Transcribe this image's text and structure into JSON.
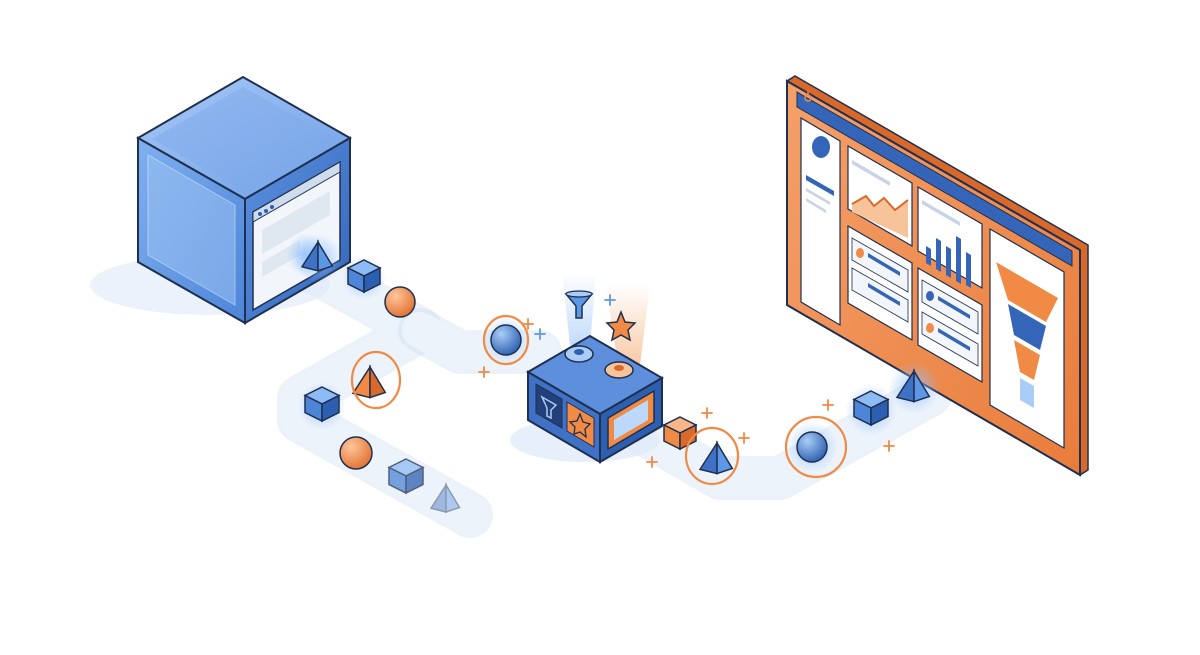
{
  "colors": {
    "background": "#ffffff",
    "blue_light": "#a9cdf6",
    "blue_mid": "#5d98e6",
    "blue_dark": "#2d5fb0",
    "outline": "#1f2f4f",
    "orange": "#f08a45",
    "orange_dark": "#d9692a",
    "orange_light": "#f7c39b",
    "path": "#e6eef9",
    "glow": "#bcd8fb",
    "panel_white": "#ffffff",
    "panel_gray": "#dfe7f1"
  },
  "scene": {
    "source_server": {
      "icon": "browser-window-icon"
    },
    "processor": {
      "top_icons": [
        "funnel-icon",
        "star-icon"
      ],
      "side_icons": [
        "funnel-icon",
        "star-icon"
      ]
    },
    "dashboard": {
      "logo_icon": "hubspot-sprocket-icon",
      "widgets": [
        "profile",
        "area-chart",
        "bar-chart",
        "list",
        "list",
        "funnel-chart"
      ]
    },
    "data_items": [
      "cube",
      "sphere",
      "pyramid"
    ]
  }
}
